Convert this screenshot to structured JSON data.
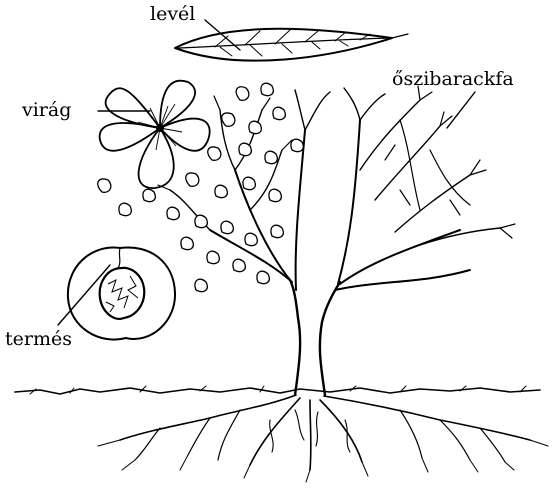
{
  "labels": {
    "leaf": "levél",
    "flower": "virág",
    "fruit": "termés",
    "tree": "őszibarackfa"
  },
  "colors": {
    "ink": "#000000",
    "background": "#ffffff"
  }
}
